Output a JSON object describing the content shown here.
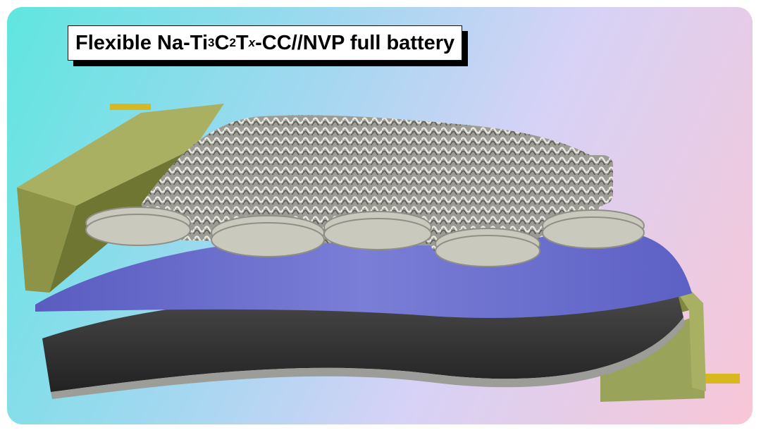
{
  "title": {
    "part1": "Flexible Na-Ti",
    "sub1": "3",
    "part2": "C",
    "sub2": "2",
    "part3": "T",
    "sub3": "x",
    "part4": "-CC//NVP full battery"
  },
  "colors": {
    "casing": "#9aa35a",
    "tab": "#d8b820",
    "separator": "#6a6ec8",
    "cathode": "#3a3a3a",
    "anode_fiber": "#c9c9bd"
  }
}
